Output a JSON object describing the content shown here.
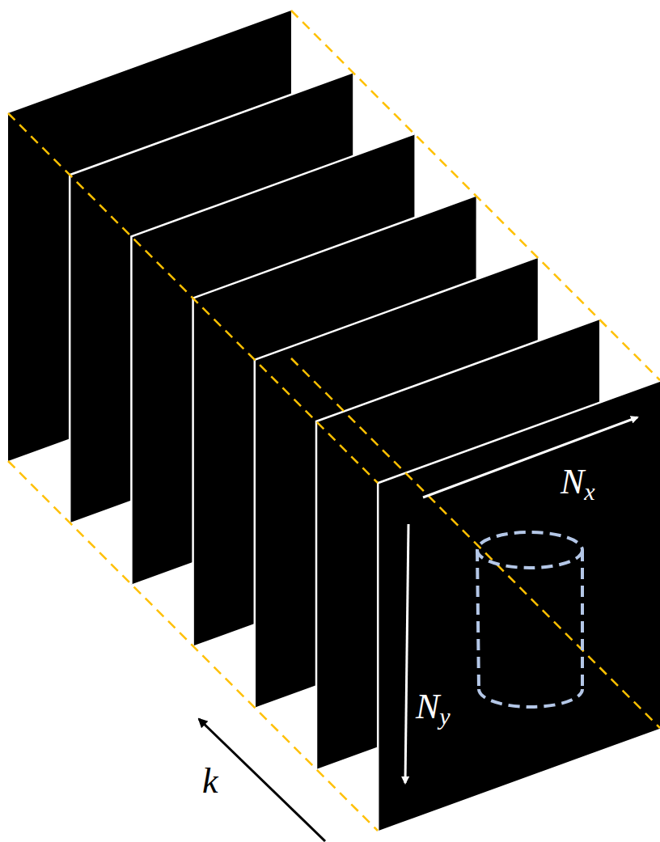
{
  "diagram": {
    "labels": [
      "Nx",
      "Ny",
      "k"
    ]
  }
}
